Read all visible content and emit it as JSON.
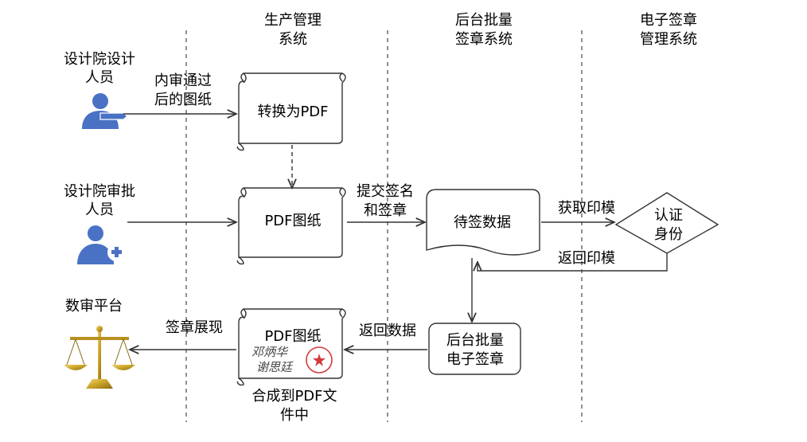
{
  "lanes": [
    {
      "title_line1": "生产管理",
      "title_line2": "系统"
    },
    {
      "title_line1": "后台批量",
      "title_line2": "签章系统"
    },
    {
      "title_line1": "电子签章",
      "title_line2": "管理系统"
    }
  ],
  "actors": {
    "designer": {
      "line1": "设计院设计",
      "line2": "人员",
      "icon": "person-pen-icon"
    },
    "approver": {
      "line1": "设计院审批",
      "line2": "人员",
      "icon": "person-add-icon"
    },
    "platform": {
      "label": "数审平台",
      "icon": "scales-icon"
    }
  },
  "nodes": {
    "convert_pdf": "转换为PDF",
    "pdf_drawing_1": "PDF图纸",
    "pending_data": "待签数据",
    "authenticate": {
      "line1": "认证",
      "line2": "身份"
    },
    "batch_sign": {
      "line1": "后台批量",
      "line2": "电子签章"
    },
    "pdf_drawing_2": "PDF图纸"
  },
  "edges": {
    "approved_drawing": {
      "line1": "内审通过",
      "line2": "后的图纸"
    },
    "submit_sign": {
      "line1": "提交签名",
      "line2": "和签章"
    },
    "get_seal": "获取印模",
    "return_seal": "返回印模",
    "return_data": "返回数据",
    "sign_display": "签章展现",
    "merge_pdf": {
      "line1": "合成到PDF文",
      "line2": "件中"
    }
  },
  "signatures": {
    "sig1": "邓炳华",
    "sig2": "谢思廷"
  },
  "colors": {
    "accent": "#4a72c4",
    "gold": "#c9a227",
    "stamp": "#d23a3a"
  }
}
